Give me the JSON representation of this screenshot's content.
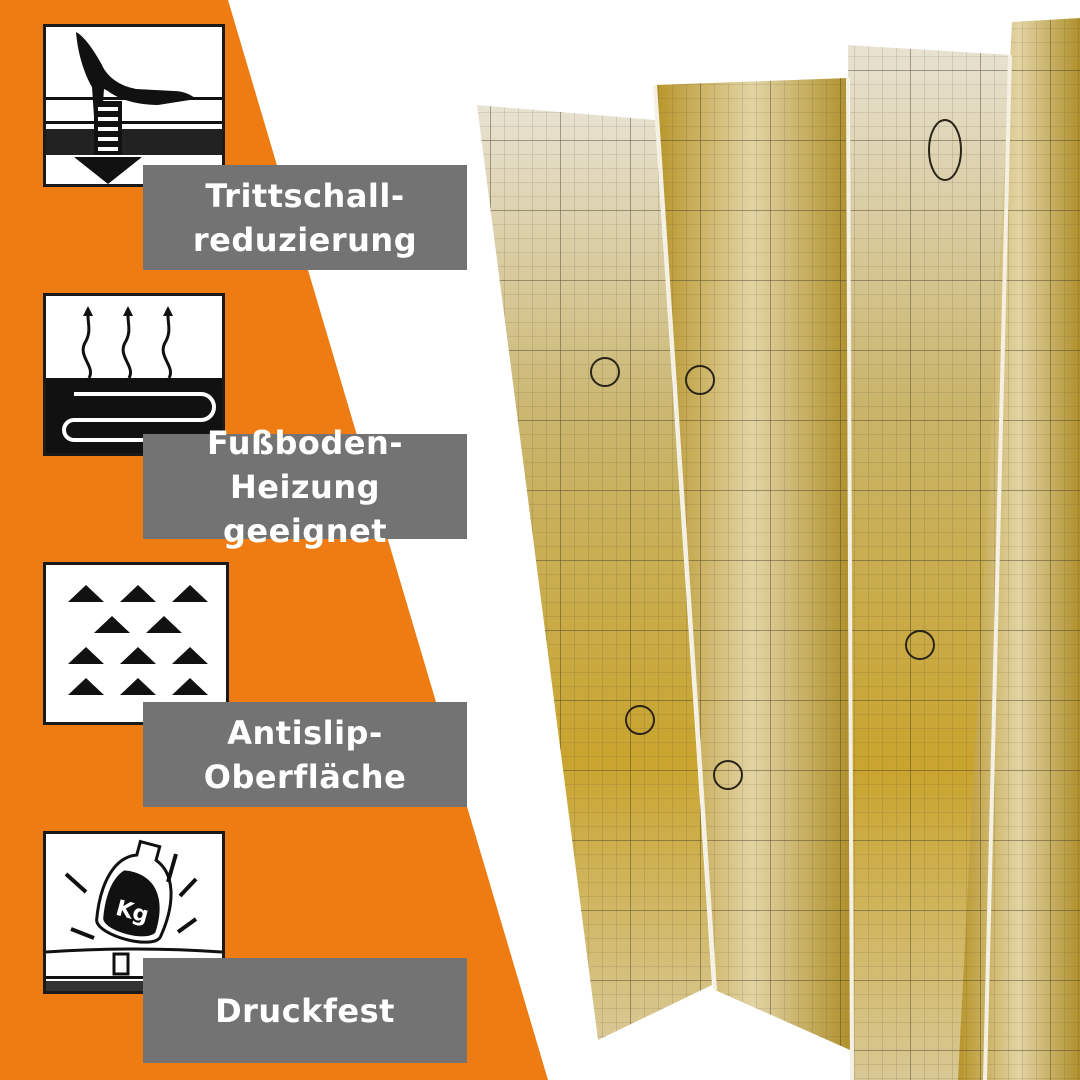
{
  "colors": {
    "orange": "#EF7C12",
    "label_bg": "#737373",
    "label_text": "#FFFFFF",
    "icon_border": "#1A1A1A",
    "foil_gold": "#C9A42E"
  },
  "features": [
    {
      "icon": "high-heel-footstep-sound-icon",
      "line1": "Trittschall-",
      "line2": "reduzierung"
    },
    {
      "icon": "underfloor-heating-icon",
      "line1": "Fußboden-",
      "line2": "Heizung geeignet"
    },
    {
      "icon": "antislip-triangles-icon",
      "line1": "Antislip-",
      "line2": "Oberfläche"
    },
    {
      "icon": "weight-kg-pressure-icon",
      "line1": "Druckfest",
      "line2": ""
    }
  ],
  "weight_icon_text": "Kg",
  "product_image": {
    "description": "Rolled silver-gold foil underlay panels with grid print"
  }
}
